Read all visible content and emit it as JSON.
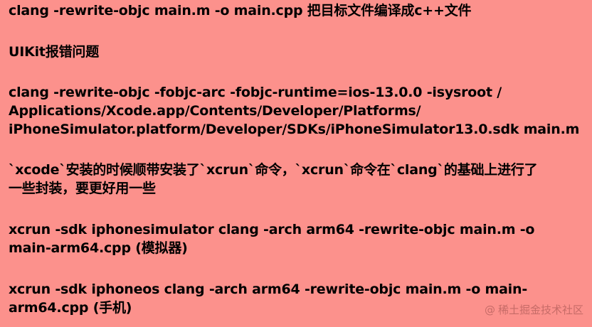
{
  "background_color": "#fc918c",
  "lines": [
    "clang -rewrite-objc main.m -o main.cpp  把目标文件编译成c++文件",
    "UIKit报错问题",
    "clang -rewrite-objc -fobjc-arc -fobjc-runtime=ios-13.0.0 -isysroot /",
    "Applications/Xcode.app/Contents/Developer/Platforms/",
    "iPhoneSimulator.platform/Developer/SDKs/iPhoneSimulator13.0.sdk main.m",
    "`xcode`安装的时候顺带安装了`xcrun`命令，`xcrun`命令在`clang`的基础上进行了",
    "一些封装，要更好用一些",
    "xcrun -sdk iphonesimulator clang -arch arm64 -rewrite-objc main.m -o",
    "main-arm64.cpp     (模拟器)",
    "xcrun -sdk iphoneos clang -arch arm64 -rewrite-objc main.m -o main-",
    "arm64.cpp  (手机)"
  ],
  "watermark": {
    "symbol": "@",
    "text": "稀土掘金技术社区"
  }
}
